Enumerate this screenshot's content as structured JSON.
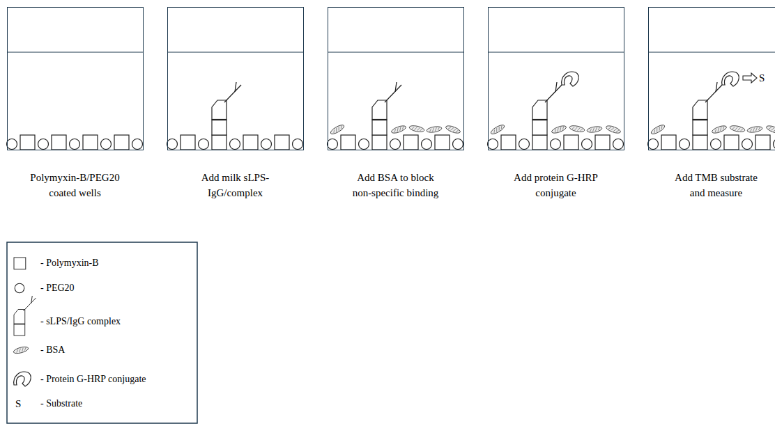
{
  "diagram": {
    "nodes": [
      {
        "text": [
          "Polymyxin-B/PEG20 coated wells"
        ]
      },
      {
        "text": [
          "Add milk sLPS-IgG/complex"
        ]
      },
      {
        "text": [
          "Add BSA to block non-specific binding"
        ]
      },
      {
        "text": [
          "Add protein G-HRP conjugate"
        ]
      },
      {
        "text": [
          "Add TMB substrate and measure"
        ]
      }
    ],
    "labels": [
      "S",
      "S"
    ],
    "legend": [
      {
        "text": "- Polymyxin-B"
      },
      {
        "text": "- PEG20"
      },
      {
        "text": "- sLPS/IgG complex"
      },
      {
        "text": "- BSA"
      },
      {
        "text": "- Protein G-HRP conjugate"
      },
      {
        "text": "- Substrate"
      }
    ]
  }
}
